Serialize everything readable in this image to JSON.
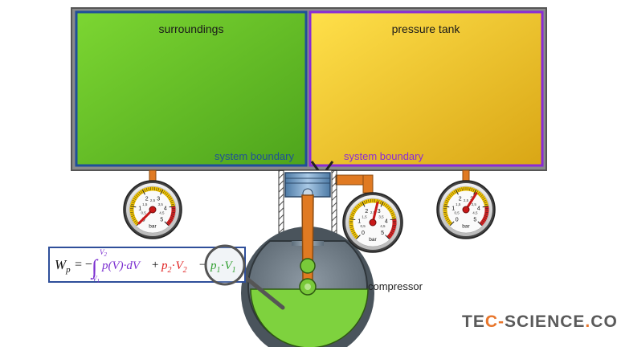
{
  "labels": {
    "surroundings": "surroundings",
    "pressure_tank": "pressure tank",
    "boundary_left": "system boundary",
    "boundary_right": "system boundary",
    "compressor": "compressor"
  },
  "gauges": {
    "unit": "bar",
    "ticks_outer": [
      "0",
      "1",
      "2",
      "3",
      "4",
      "5"
    ],
    "ticks_inner": [
      "0,5",
      "1,5",
      "2,5",
      "3,5",
      "4,5"
    ]
  },
  "formula": {
    "w": "W",
    "w_sub": "p",
    "eq": "=",
    "minus1": "−",
    "int_upper": "V",
    "int_upper_sub": "2",
    "int_lower": "V",
    "int_lower_sub": "1",
    "integrand": "p(V)·dV",
    "plus": "+",
    "term2_p": "p",
    "term2_p_sub": "2",
    "term2_dot": "·",
    "term2_v": "V",
    "term2_v_sub": "2",
    "minus2": "−",
    "term3_p": "p",
    "term3_p_sub": "1",
    "term3_dot": "·",
    "term3_v": "V",
    "term3_v_sub": "1"
  },
  "logo": {
    "text": "tec-science.com"
  },
  "colors": {
    "surroundings_fill": "#6ccc2a",
    "tank_fill": "#f0c62a",
    "boundary_left": "#1f4f99",
    "boundary_right": "#8a2bd6",
    "frame_gray": "#7a7a7a",
    "pipe_orange": "#e07a22",
    "logo_gray": "#5a5a5a",
    "logo_orange": "#e8762c"
  }
}
